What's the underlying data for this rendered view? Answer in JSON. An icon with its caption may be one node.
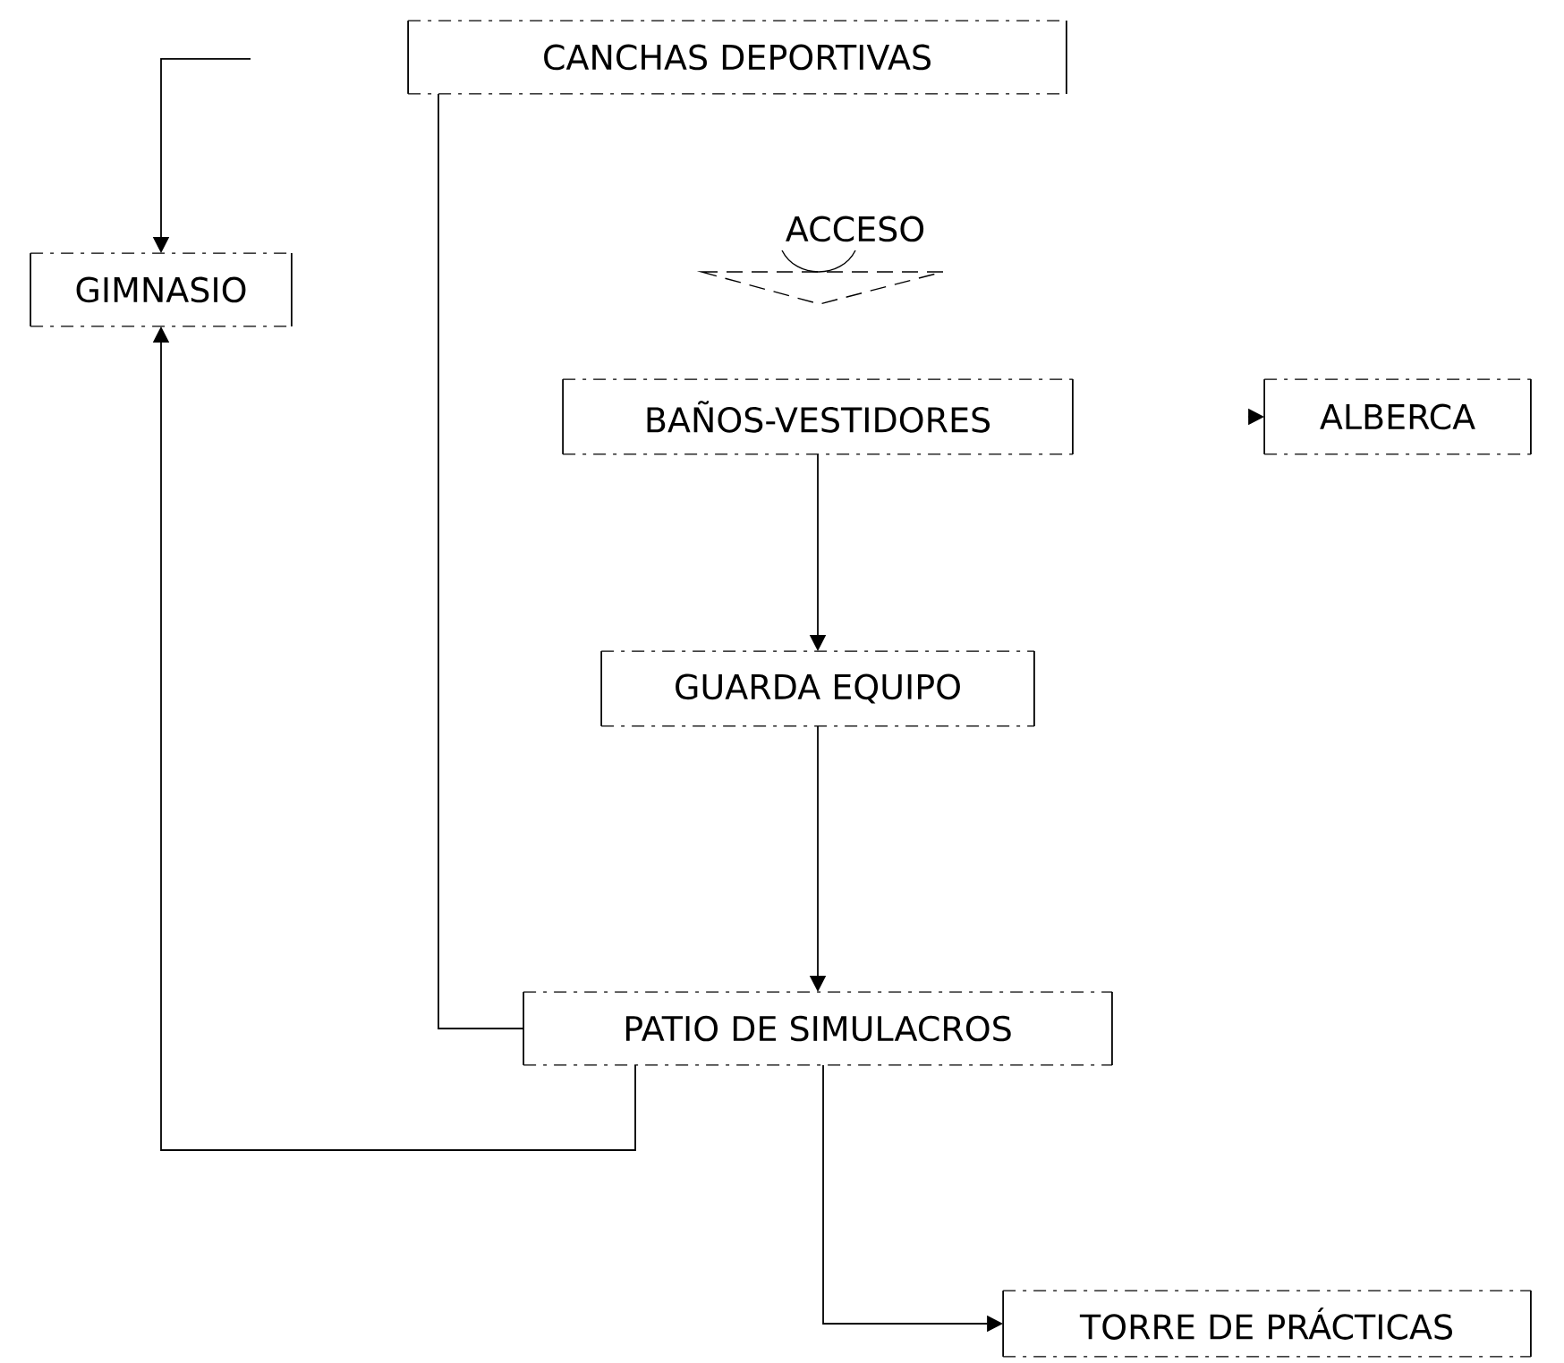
{
  "diagram": {
    "nodes": [
      {
        "text": [
          "CANCHAS DEPORTIVAS"
        ]
      },
      {
        "text": [
          "GIMNASIO"
        ]
      },
      {
        "text": [
          "ACCESO"
        ]
      },
      {
        "text": [
          "BAÑOS-VESTIDORES"
        ]
      },
      {
        "text": [
          "ALBERCA"
        ]
      },
      {
        "text": [
          "GUARDA EQUIPO"
        ]
      },
      {
        "text": [
          "PATIO DE SIMULACROS"
        ]
      },
      {
        "text": [
          "TORRE DE PRÁCTICAS"
        ]
      }
    ],
    "edges": [
      {
        "from": null,
        "to": 1,
        "arrow": "to"
      },
      {
        "from": 0,
        "to": 6,
        "arrow": "none"
      },
      {
        "from": 3,
        "to": 5,
        "arrow": "to"
      },
      {
        "from": 5,
        "to": 6,
        "arrow": "to"
      },
      {
        "from": 6,
        "to": 1,
        "arrow": "to"
      },
      {
        "from": 6,
        "to": 7,
        "arrow": "to"
      },
      {
        "from": null,
        "to": 4,
        "arrow": "to"
      }
    ]
  }
}
